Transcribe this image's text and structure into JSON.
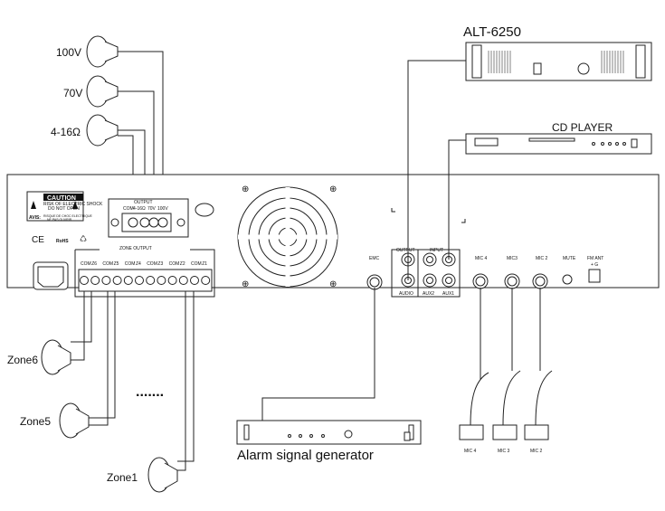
{
  "devices": {
    "amp": "ALT-6250",
    "cd": "CD PLAYER",
    "alarm": "Alarm signal generator"
  },
  "speakers": {
    "s100": "100V",
    "s70": "70V",
    "s4": "4-16Ω"
  },
  "zones": {
    "z6": "Zone6",
    "z5": "Zone5",
    "z1": "Zone1",
    "dots": "......."
  },
  "panel": {
    "caution": "CAUTION",
    "caution_sub1": "RISK OF ELECTRIC SHOCK",
    "caution_sub2": "DO NOT OPEN",
    "avis": "AVIS:",
    "avis_text1": "RISQUE DE CHOC ELECTRIQUE",
    "avis_text2": "NE PAS OUVRIR",
    "ce": "CE",
    "rohs": "RoHS",
    "output_label": "OUTPUT",
    "output_terms": [
      "COM",
      "4-16Ω",
      "70V",
      "100V"
    ],
    "zone_output": "ZONE OUTPUT",
    "zone_terms": [
      "COM",
      "Z6",
      "COM",
      "Z5",
      "COM",
      "Z4",
      "COM",
      "Z3",
      "COM",
      "Z2",
      "COM",
      "Z1"
    ],
    "emc": "EMC",
    "rca_output": "OUTPUT",
    "rca_input": "INPUT",
    "audio": "AUDIO",
    "aux2": "AUX2",
    "aux1": "AUX1",
    "mic4": "MIC 4",
    "mic3": "MIC3",
    "mic2": "MIC 2",
    "mute": "MUTE",
    "fm_ant": "FM ANT",
    "fm_pins": "+  G"
  },
  "mics": {
    "m4": "MIC 4",
    "m3": "MIC 3",
    "m2": "MIC 2"
  }
}
